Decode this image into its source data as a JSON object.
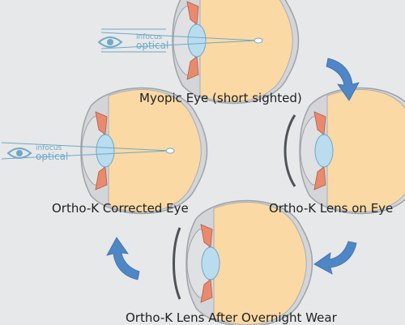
{
  "captions": {
    "myopic": "Myopic Eye (short sighted)",
    "lens_on_eye": "Ortho-K Lens on Eye",
    "corrected": "Ortho-K Corrected Eye",
    "after_wear": "Ortho-K Lens After Overnight Wear"
  },
  "logo": {
    "word_top": "infocus",
    "word_bottom": "optical"
  },
  "icons": [
    "curved-arrow-icon",
    "eye-icon"
  ],
  "colors": {
    "background": "#e7e8e9",
    "sclera": "#c5c7ca",
    "vitreous": "#fbd9a4",
    "iris": "#e98a6e",
    "lens": "#b9dcee",
    "rays": "#6ea9c8",
    "arrow": "#4f86c6"
  }
}
